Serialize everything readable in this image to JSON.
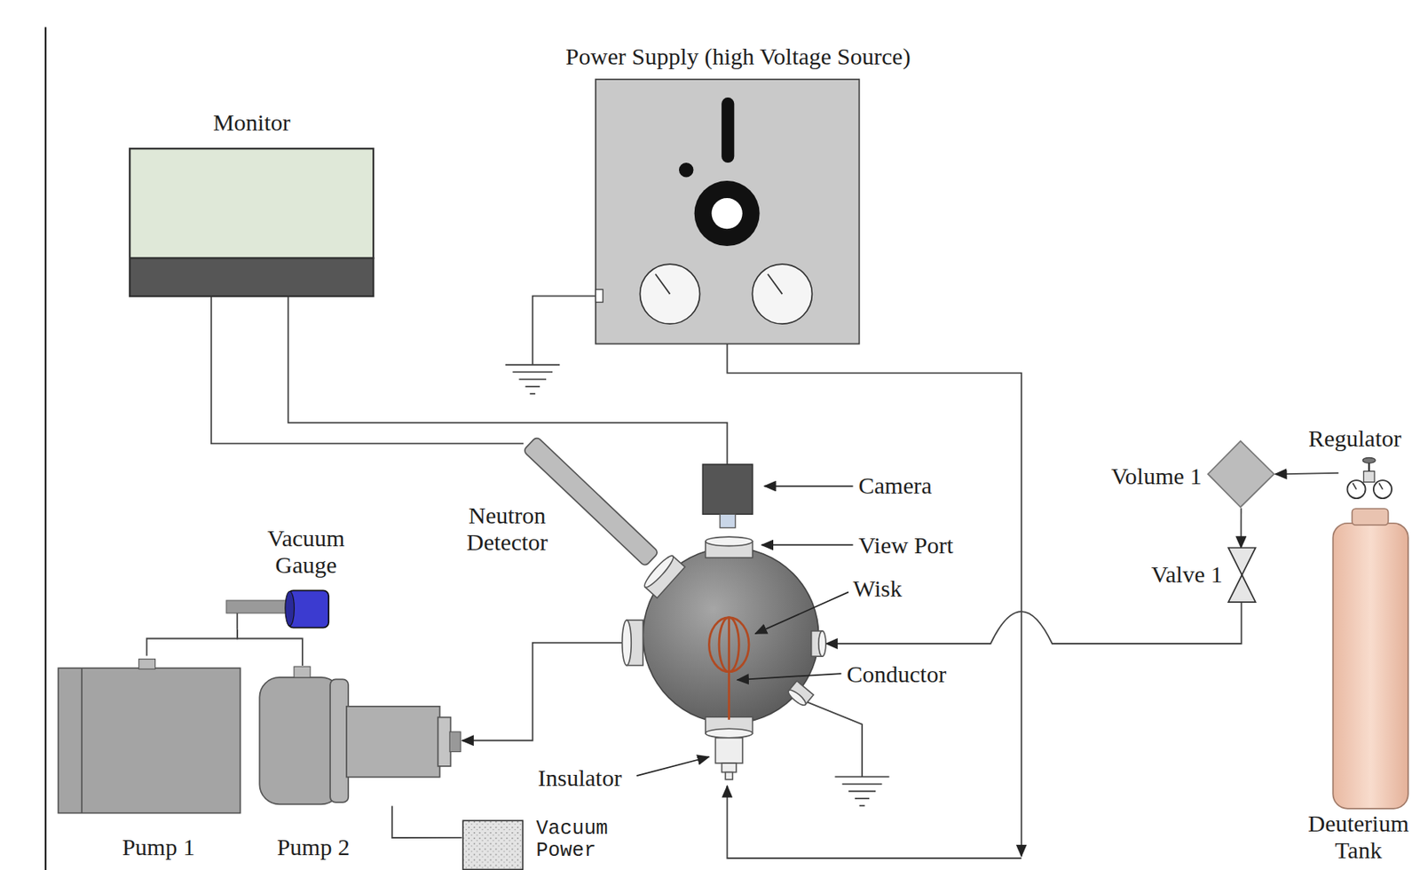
{
  "diagram": {
    "nodes": [
      {
        "text": [
          "Power Supply (high Voltage Source)"
        ]
      },
      {
        "text": [
          "Monitor"
        ]
      },
      {
        "text": [
          "Regulator"
        ]
      },
      {
        "text": [
          "Volume 1"
        ]
      },
      {
        "text": [
          "Vacuum Gauge"
        ]
      },
      {
        "text": [
          "Valve 1"
        ]
      },
      {
        "text": [
          "Pump 1"
        ]
      },
      {
        "text": [
          "Pump 2"
        ]
      },
      {
        "text": [
          "Vacuum Power"
        ]
      },
      {
        "text": [
          "Deuterium Tank"
        ]
      }
    ],
    "edges": [
      {
        "from": 2,
        "to": 3,
        "arrow": "to"
      },
      {
        "from": 3,
        "to": 5,
        "arrow": "to"
      },
      {
        "from": 6,
        "to": 4,
        "arrow": "none"
      },
      {
        "from": 7,
        "to": 4,
        "arrow": "none"
      },
      {
        "from": 7,
        "to": 8,
        "arrow": "none"
      }
    ],
    "labels": [
      "Camera",
      "Neutron Detector",
      "View Port",
      "Wisk",
      "Conductor",
      "Insulator"
    ]
  }
}
